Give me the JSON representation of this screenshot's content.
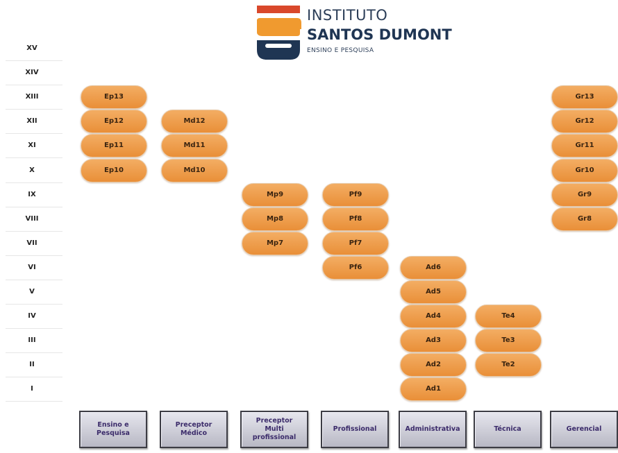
{
  "logo": {
    "line1": "INSTITUTO",
    "line2": "SANTOS DUMONT",
    "line3": "ENSINO E PESQUISA",
    "colors": {
      "red": "#d9482b",
      "orange": "#f09a2f",
      "navy": "#1f3553"
    }
  },
  "levels": [
    "XV",
    "XIV",
    "XIII",
    "XII",
    "XI",
    "X",
    "IX",
    "VIII",
    "VII",
    "VI",
    "V",
    "IV",
    "III",
    "II",
    "I"
  ],
  "columns": [
    {
      "category": "Ensino e\nPesquisa",
      "items": [
        "Ep13",
        "Ep12",
        "Ep11",
        "Ep10"
      ]
    },
    {
      "category": "Preceptor\nMédico",
      "items": [
        "Md12",
        "Md11",
        "Md10"
      ]
    },
    {
      "category": "Preceptor\nMulti\nprofissional",
      "items": [
        "Mp9",
        "Mp8",
        "Mp7"
      ]
    },
    {
      "category": "Profissional",
      "items": [
        "Pf9",
        "Pf8",
        "Pf7",
        "Pf6"
      ]
    },
    {
      "category": "Administrativa",
      "items": [
        "Ad6",
        "Ad5",
        "Ad4",
        "Ad3",
        "Ad2",
        "Ad1"
      ]
    },
    {
      "category": "Técnica",
      "items": [
        "Te4",
        "Te3",
        "Te2"
      ]
    },
    {
      "category": "Gerencial",
      "items": [
        "Gr13",
        "Gr12",
        "Gr11",
        "Gr10",
        "Gr9",
        "Gr8"
      ]
    }
  ],
  "colors": {
    "pill": "#ee9a45",
    "category_box": "#cfcfd8",
    "category_text": "#3b2b6a"
  }
}
